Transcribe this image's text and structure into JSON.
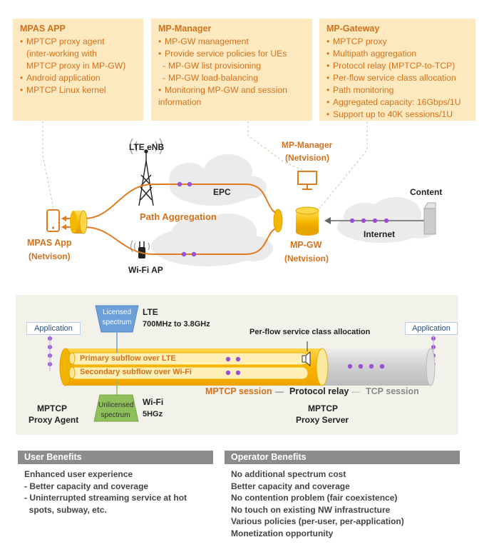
{
  "top_boxes": {
    "mpas": {
      "title": "MPAS APP",
      "items": [
        "MPTCP proxy agent",
        "(inter-working with",
        "MPTCP proxy in MP-GW)",
        "Android application",
        "MPTCP Linux kernel"
      ]
    },
    "manager": {
      "title": "MP-Manager",
      "items": [
        "MP-GW management",
        "Provide service policies for UEs",
        "MP-GW list provisioning",
        "MP-GW load-balancing",
        "Monitoring MP-GW and session",
        "information"
      ]
    },
    "gateway": {
      "title": "MP-Gateway",
      "items": [
        "MPTCP proxy",
        "Multipath aggregation",
        "Protocol relay (MPTCP-to-TCP)",
        "Per-flow service class allocation",
        "Path monitoring",
        "Aggregated capacity:  16Gbps/1U",
        "Support up to 40K sessions/1U"
      ]
    }
  },
  "network": {
    "lte_enb": "LTE eNB",
    "epc": "EPC",
    "path_aggregation": "Path Aggregation",
    "wifi_ap": "Wi-Fi AP",
    "mp_manager": "MP-Manager",
    "netvision_paren": "(Netvision)",
    "content": "Content",
    "internet": "Internet",
    "mpgw": "MP-GW",
    "mpgw_vendor": "(Netvision)",
    "mpas_app": "MPAS App",
    "mpas_vendor": "(Netvison)"
  },
  "session": {
    "application_left": "Application",
    "application_right": "Application",
    "licensed": "Licensed",
    "spectrum": "spectrum",
    "lte": "LTE",
    "lte_range": "700MHz to 3.8GHz",
    "per_flow": "Per-flow service class allocation",
    "primary": "Primary subflow over LTE",
    "secondary": "Secondary subflow over Wi-Fi",
    "mptcp_session": "MPTCP session",
    "protocol_relay": "Protocol relay",
    "tcp_session": "TCP session",
    "unlicensed": "Unlicensed",
    "unlicensed_spectrum": "spectrum",
    "wifi": "Wi-Fi",
    "wifi_band": "5HGz",
    "agent_1": "MPTCP",
    "agent_2": "Proxy Agent",
    "server_1": "MPTCP",
    "server_2": "Proxy Server",
    "dash": "—"
  },
  "benefits": {
    "user_title": "User Benefits",
    "user_items": [
      "Enhanced user experience",
      "- Better capacity and coverage",
      "- Uninterrupted streaming service at hot",
      "  spots, subway, etc."
    ],
    "operator_title": "Operator Benefits",
    "operator_items": [
      "No additional spectrum cost",
      "Better capacity and coverage",
      "No contention problem (fair coexistence)",
      "No touch on existing NW infrastructure",
      "Various policies (per-user, per-application)",
      "Monetization opportunity"
    ]
  },
  "colors": {
    "orange": "#d4711b",
    "box_fill": "#fde9bf",
    "purple": "#9b4fd6",
    "tube_yellow": "#f5b800",
    "tube_gray": "#cfcfcf"
  }
}
